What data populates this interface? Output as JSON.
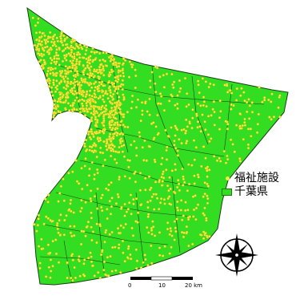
{
  "map": {
    "colors": {
      "land": "#33dd22",
      "border": "#1a4010",
      "facility": "#f2f040",
      "facility_edge": "#b0a800",
      "background": "#ffffff"
    },
    "facility_density": "high in north-west, moderate elsewhere"
  },
  "legend": {
    "items": [
      {
        "label": "福祉施設",
        "symbol": "dot",
        "color": "#f2f040"
      },
      {
        "label": "千葉県",
        "symbol": "box",
        "color": "#33dd22"
      }
    ]
  },
  "scale_bar": {
    "labels": [
      "0",
      "10",
      "20 km"
    ]
  },
  "north_arrow": {
    "icon": "compass-rose-icon"
  }
}
